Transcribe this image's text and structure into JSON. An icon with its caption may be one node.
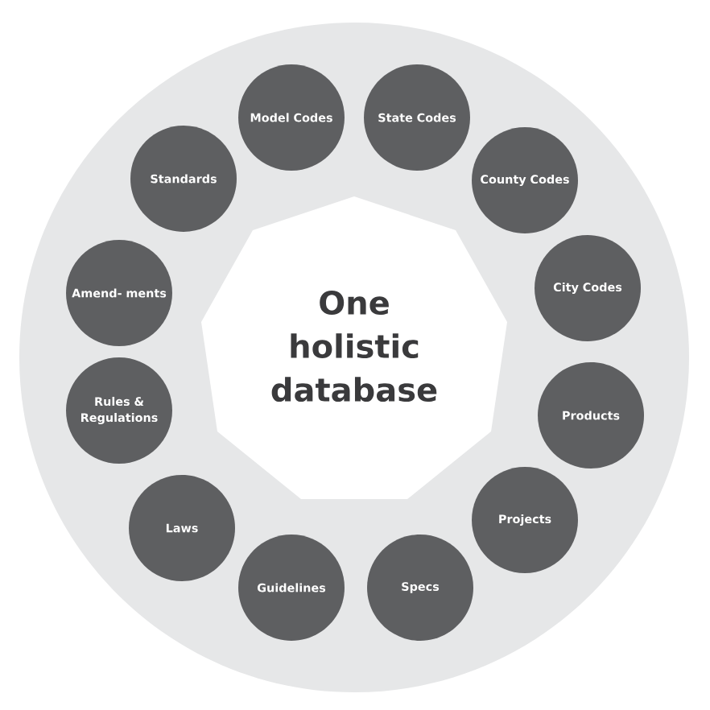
{
  "diagram": {
    "nodes": [
      {
        "text": [
          "One holistic database"
        ]
      },
      {
        "text": [
          "Model Codes"
        ]
      },
      {
        "text": [
          "State Codes"
        ]
      },
      {
        "text": [
          "County Codes"
        ]
      },
      {
        "text": [
          "City Codes"
        ]
      },
      {
        "text": [
          "Products"
        ]
      },
      {
        "text": [
          "Projects"
        ]
      },
      {
        "text": [
          "Specs"
        ]
      },
      {
        "text": [
          "Guidelines"
        ]
      },
      {
        "text": [
          "Laws"
        ]
      },
      {
        "text": [
          "Rules & Regulations"
        ]
      },
      {
        "text": [
          "Amend- ments"
        ]
      },
      {
        "text": [
          "Standards"
        ]
      }
    ]
  }
}
